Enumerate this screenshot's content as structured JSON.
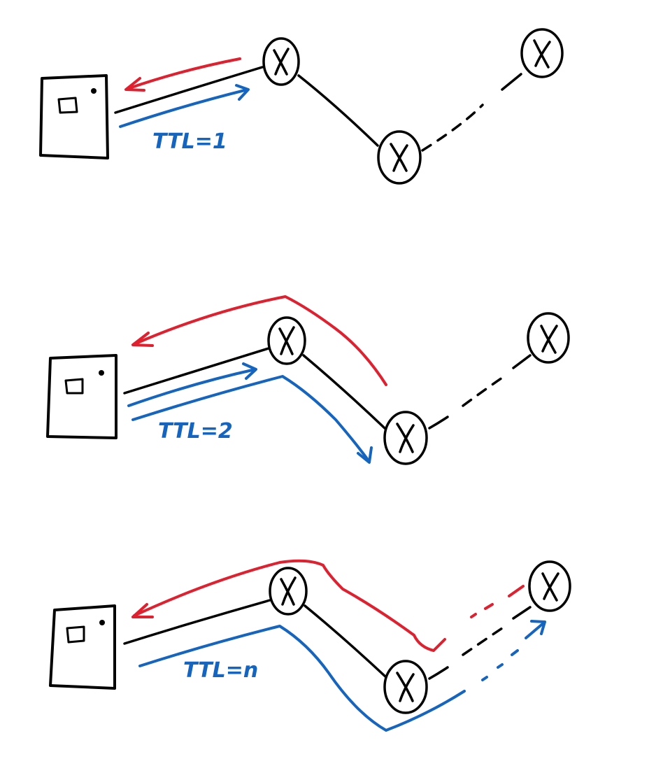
{
  "colors": {
    "path": "#000000",
    "reply": "#e0202e",
    "probe": "#1565c0",
    "background": "#ffffff"
  },
  "icons": {
    "computer": "computer-icon",
    "router": "router-x-icon"
  },
  "panels": [
    {
      "ttl_label": "TTL=1"
    },
    {
      "ttl_label": "TTL=2"
    },
    {
      "ttl_label": "TTL=n"
    }
  ]
}
